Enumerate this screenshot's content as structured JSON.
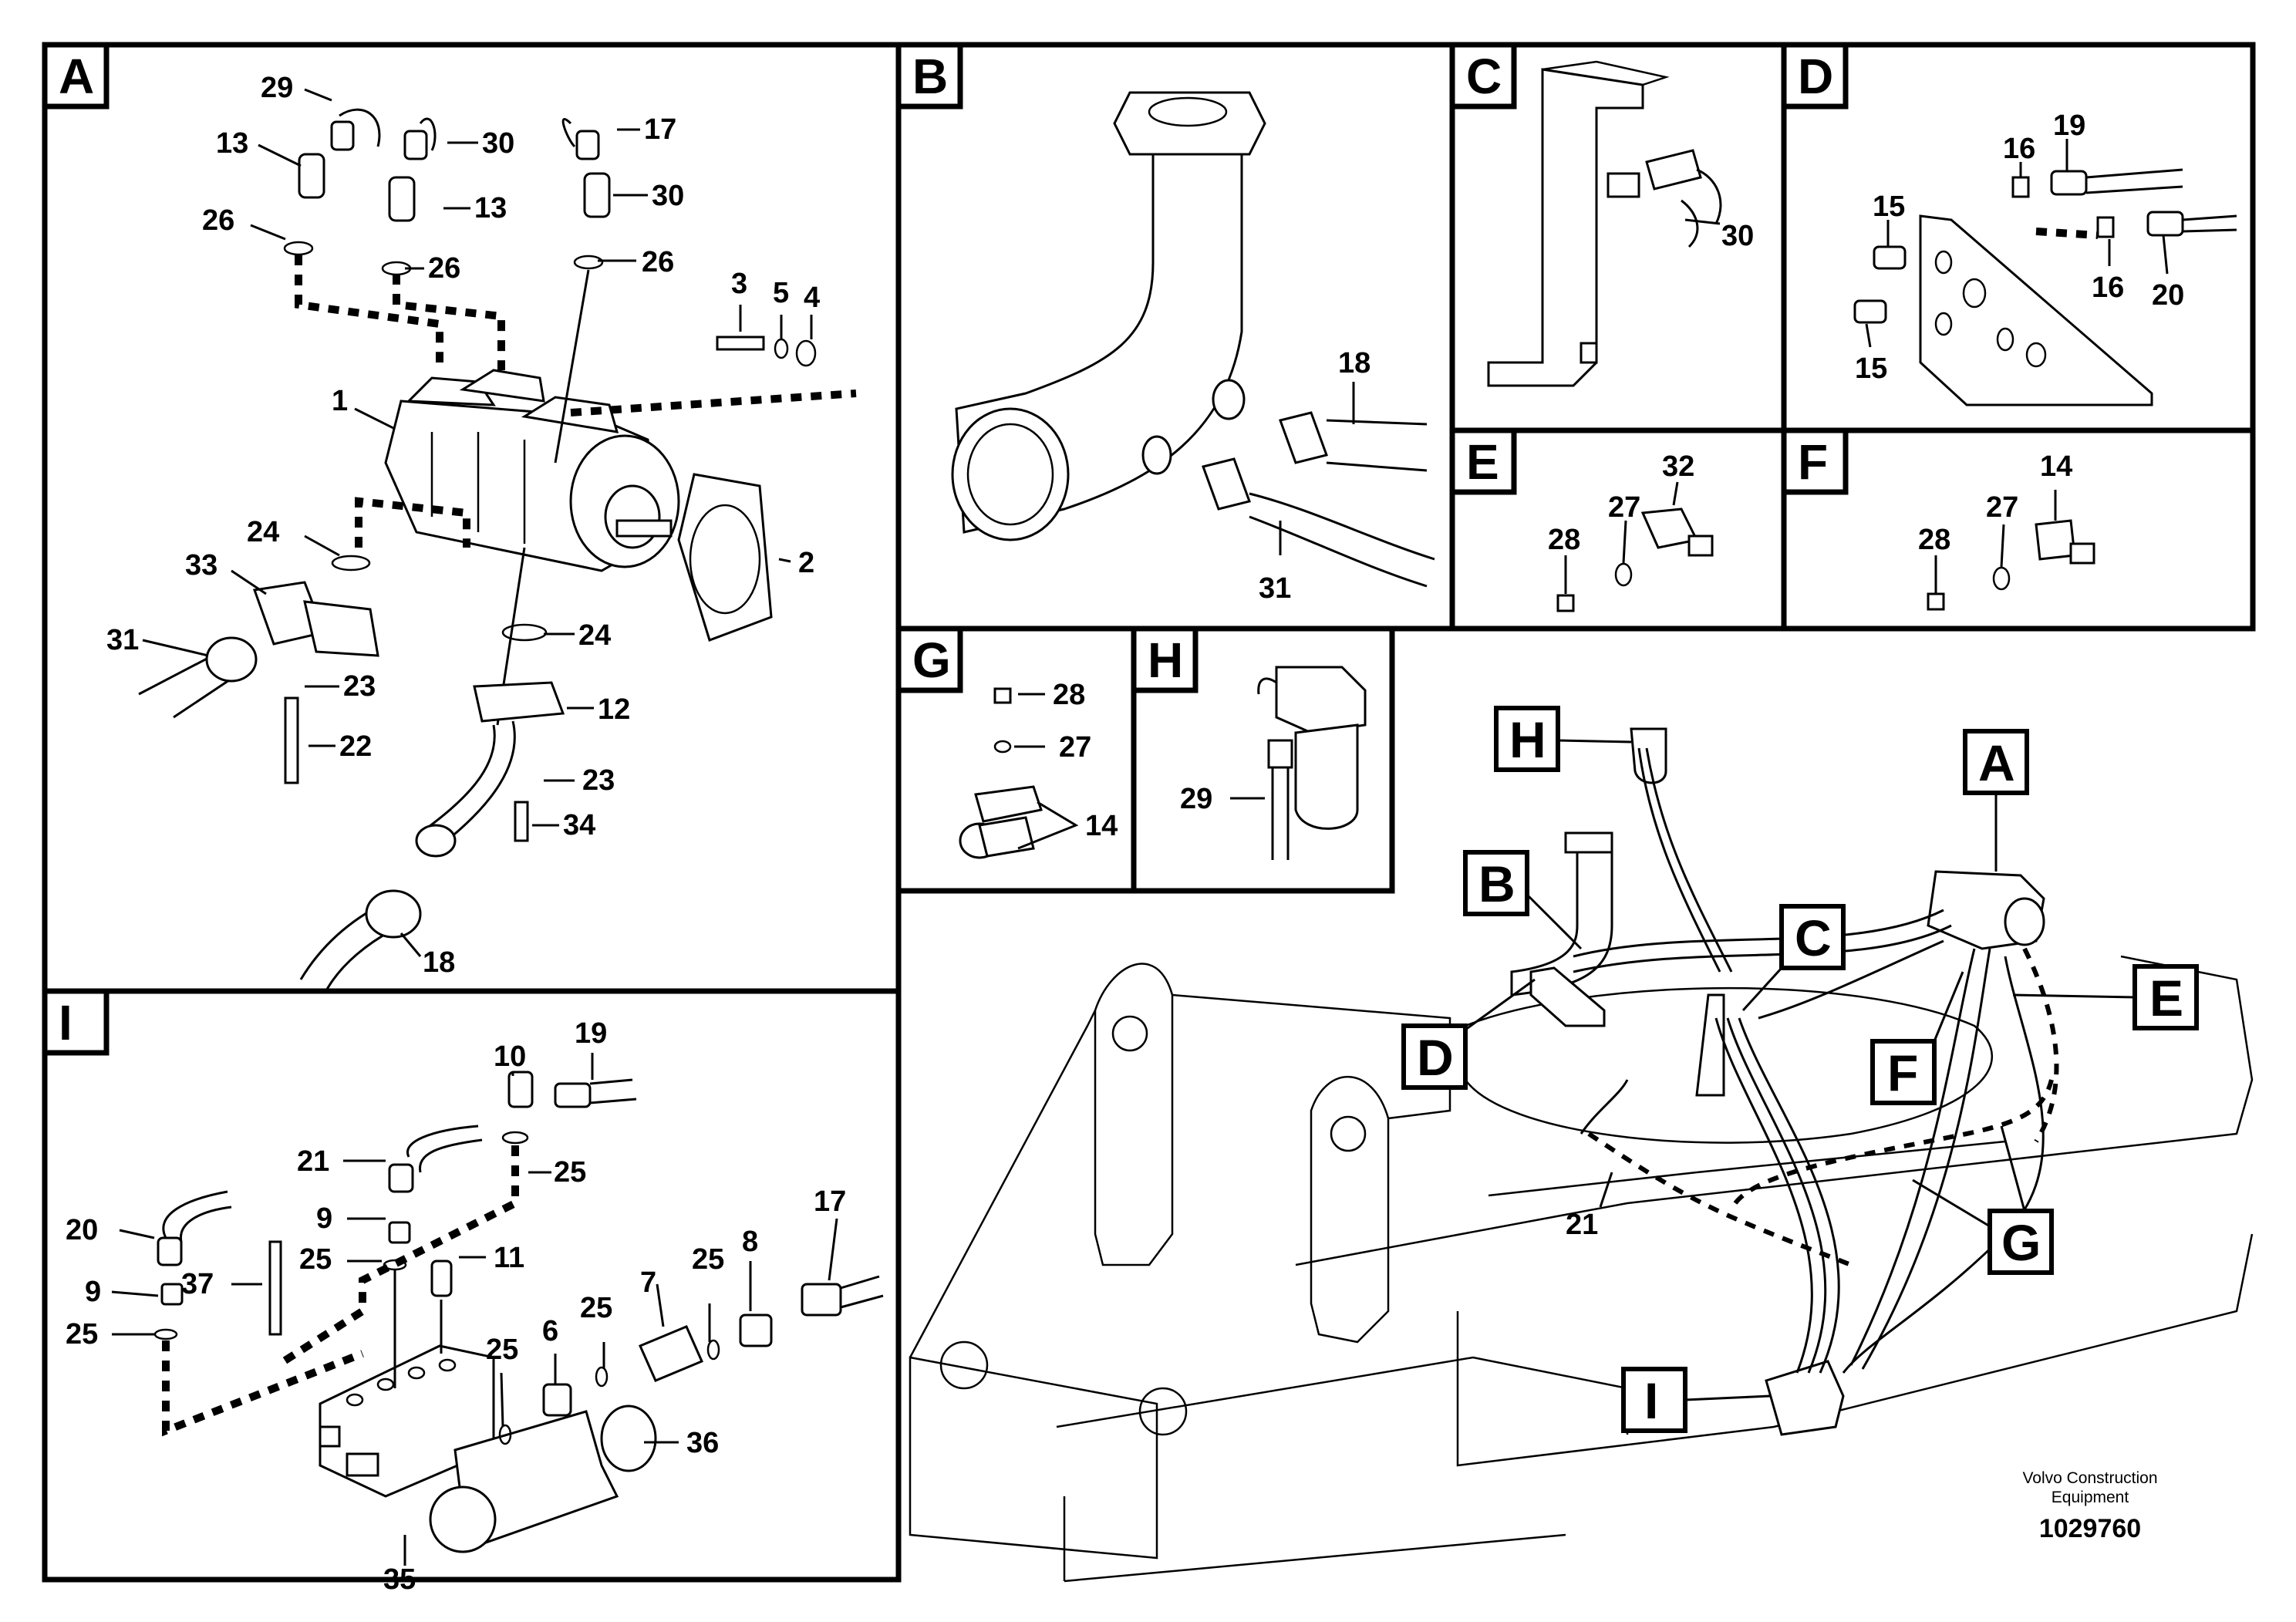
{
  "panels": {
    "A": {
      "letter": "A",
      "labels": [
        "29",
        "13",
        "30",
        "17",
        "13",
        "30",
        "26",
        "26",
        "26",
        "3",
        "5",
        "4",
        "1",
        "24",
        "33",
        "2",
        "31",
        "24",
        "23",
        "12",
        "22",
        "23",
        "34",
        "18"
      ]
    },
    "B": {
      "letter": "B",
      "labels": [
        "18",
        "31"
      ]
    },
    "C": {
      "letter": "C",
      "labels": [
        "30"
      ]
    },
    "D": {
      "letter": "D",
      "labels": [
        "16",
        "19",
        "15",
        "16",
        "20",
        "15"
      ]
    },
    "E": {
      "letter": "E",
      "labels": [
        "32",
        "27",
        "28"
      ]
    },
    "F": {
      "letter": "F",
      "labels": [
        "14",
        "27",
        "28"
      ]
    },
    "G": {
      "letter": "G",
      "labels": [
        "28",
        "27",
        "14"
      ]
    },
    "H": {
      "letter": "H",
      "labels": [
        "29"
      ]
    },
    "I": {
      "letter": "I",
      "labels": [
        "19",
        "10",
        "21",
        "25",
        "20",
        "9",
        "25",
        "11",
        "17",
        "9",
        "37",
        "25",
        "8",
        "7",
        "25",
        "6",
        "25",
        "25",
        "36",
        "35"
      ]
    }
  },
  "overview": {
    "callouts": [
      "H",
      "A",
      "B",
      "C",
      "E",
      "D",
      "F",
      "G",
      "I"
    ],
    "labels": [
      "21"
    ]
  },
  "credit": {
    "line1": "Volvo Construction",
    "line2": "Equipment",
    "ref": "1029760"
  }
}
